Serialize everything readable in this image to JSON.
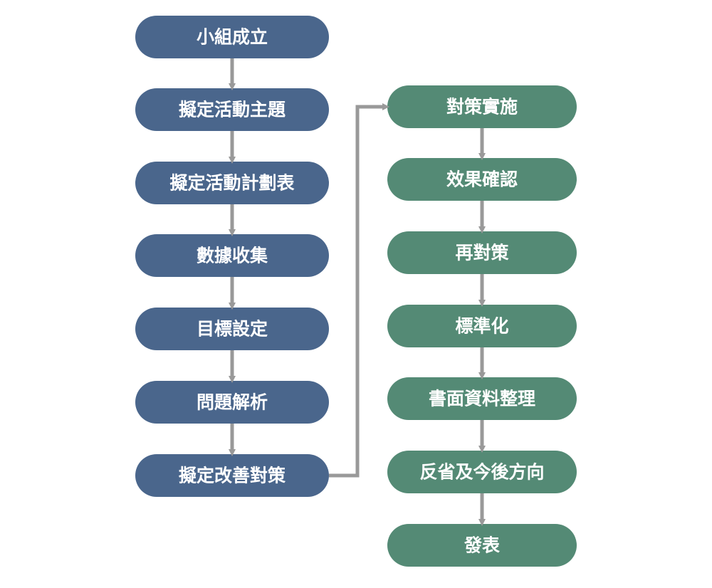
{
  "colors": {
    "left_node": "#4a668c",
    "right_node": "#548a75",
    "connector": "#999999",
    "text": "#ffffff"
  },
  "left_column": [
    {
      "label": "小組成立"
    },
    {
      "label": "擬定活動主題"
    },
    {
      "label": "擬定活動計劃表"
    },
    {
      "label": "數據收集"
    },
    {
      "label": "目標設定"
    },
    {
      "label": "問題解析"
    },
    {
      "label": "擬定改善對策"
    }
  ],
  "right_column": [
    {
      "label": "對策實施"
    },
    {
      "label": "效果確認"
    },
    {
      "label": "再對策"
    },
    {
      "label": "標準化"
    },
    {
      "label": "書面資料整理"
    },
    {
      "label": "反省及今後方向"
    },
    {
      "label": "發表"
    }
  ]
}
